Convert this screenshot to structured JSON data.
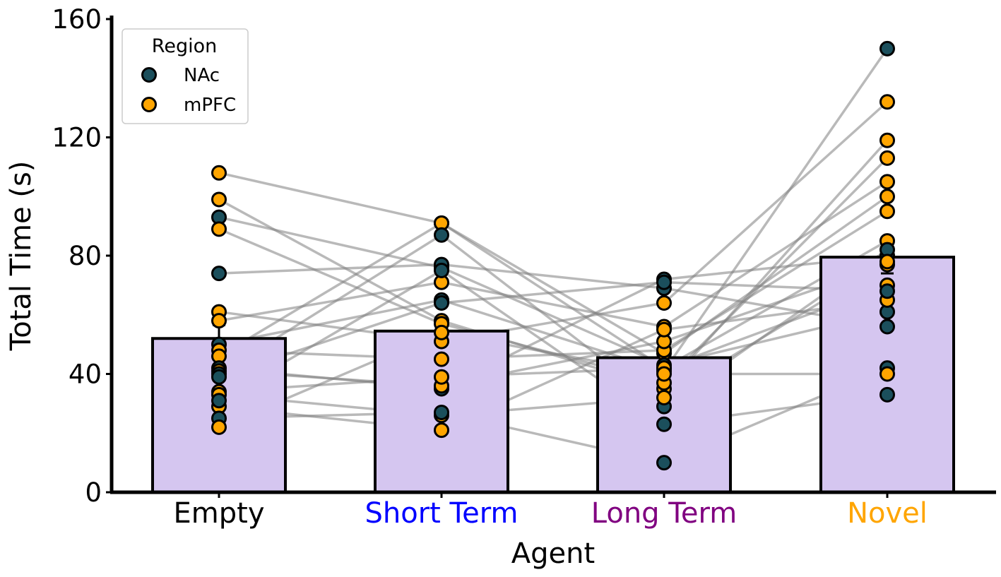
{
  "chart_data": {
    "type": "bar",
    "categories": [
      "Empty",
      "Short Term",
      "Long Term",
      "Novel"
    ],
    "category_colors": [
      "#000000",
      "#0000ff",
      "#800080",
      "#ffa500"
    ],
    "bar_values": [
      52,
      54.5,
      45.5,
      79.5
    ],
    "bar_errors": [
      4.5,
      3.5,
      3.5,
      5.5
    ],
    "bar_color": "#d5c6f0",
    "xlabel": "Agent",
    "ylabel": "Total Time (s)",
    "ylim": [
      0,
      160
    ],
    "yticks": [
      0,
      40,
      80,
      120,
      160
    ],
    "grid": false,
    "legend": {
      "title": "Region",
      "position": "top-left",
      "entries": [
        {
          "label": "NAc",
          "color": "#1b4f5c"
        },
        {
          "label": "mPFC",
          "color": "#ffa500"
        }
      ]
    },
    "subjects": [
      {
        "region": "mPFC",
        "values": [
          108,
          91,
          47,
          100
        ]
      },
      {
        "region": "mPFC",
        "values": [
          99,
          58,
          35,
          119
        ]
      },
      {
        "region": "NAc",
        "values": [
          93,
          76,
          43,
          61
        ]
      },
      {
        "region": "mPFC",
        "values": [
          89,
          57,
          37,
          113
        ]
      },
      {
        "region": "NAc",
        "values": [
          74,
          77,
          69,
          56
        ]
      },
      {
        "region": "mPFC",
        "values": [
          61,
          51,
          64,
          132
        ]
      },
      {
        "region": "mPFC",
        "values": [
          58,
          71,
          56,
          105
        ]
      },
      {
        "region": "NAc",
        "values": [
          50,
          65,
          41,
          150
        ]
      },
      {
        "region": "mPFC",
        "values": [
          48,
          45,
          48,
          95
        ]
      },
      {
        "region": "mPFC",
        "values": [
          46,
          91,
          42,
          85
        ]
      },
      {
        "region": "NAc",
        "values": [
          42,
          35,
          72,
          80
        ]
      },
      {
        "region": "mPFC",
        "values": [
          41,
          36,
          51,
          77
        ]
      },
      {
        "region": "NAc",
        "values": [
          40,
          87,
          29,
          82
        ]
      },
      {
        "region": "mPFC",
        "values": [
          34,
          39,
          42,
          70
        ]
      },
      {
        "region": "mPFC",
        "values": [
          33,
          26,
          32,
          78
        ]
      },
      {
        "region": "mPFC",
        "values": [
          29,
          21,
          55,
          65
        ]
      },
      {
        "region": "NAc",
        "values": [
          25,
          27,
          10,
          42
        ]
      },
      {
        "region": "mPFC",
        "values": [
          22,
          54,
          40,
          40
        ]
      },
      {
        "region": "NAc",
        "values": [
          39,
          64,
          71,
          68
        ]
      },
      {
        "region": "NAc",
        "values": [
          31,
          75,
          23,
          33
        ]
      }
    ]
  }
}
